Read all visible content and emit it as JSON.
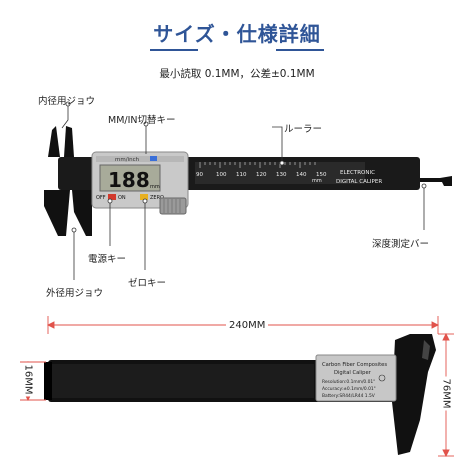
{
  "header": {
    "title": "サイズ・仕様詳細",
    "spec": "最小読取 0.1MM，公差±0.1MM"
  },
  "callouts": {
    "inner_jaw": "内径用ジョウ",
    "mm_in_key": "MM/IN切替キー",
    "ruler": "ルーラー",
    "depth_bar": "深度測定バー",
    "power_key": "電源キー",
    "zero_key": "ゼロキー",
    "outer_jaw": "外径用ジョウ"
  },
  "caliper": {
    "display_value": "188",
    "unit_mm": "mm",
    "unit_label": "mm/inch",
    "off_label": "OFF",
    "on_label": "ON",
    "zero_label": "ZERO",
    "brand_line1": "ELECTRONIC",
    "brand_line2": "DIGITAL CALIPER",
    "scale_ticks": [
      "90",
      "100",
      "110",
      "120",
      "130",
      "140",
      "150"
    ]
  },
  "dimensions": {
    "length": "240MM",
    "width": "16MM",
    "height": "76MM"
  },
  "back_label": {
    "line1": "Carbon Fiber Composites",
    "line2": "Digital Caliper",
    "line3": "Resolution:0.1mm/0.01\"",
    "line4": "Accuracy:±0.1mm/0.01\"",
    "line5": "Battery:SR44/LR44 1.5V"
  },
  "colors": {
    "accent": "#2f5597",
    "dimension_line": "#e1534b"
  }
}
